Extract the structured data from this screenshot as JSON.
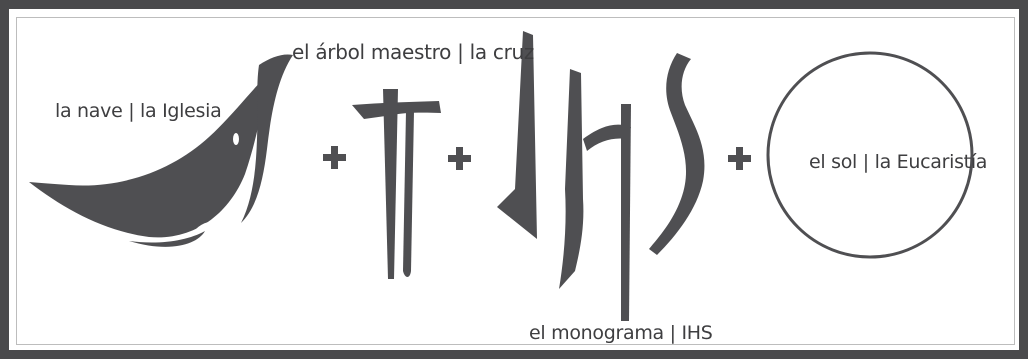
{
  "labels": {
    "nave": "la nave | la Iglesia",
    "arbol": "el árbol maestro | la cruz",
    "monograma": "el monograma | IHS",
    "sol": "el sol | la Eucaristía"
  },
  "operators": [
    "+",
    "+",
    "+"
  ],
  "colors": {
    "frame": "#4a4a4c",
    "shape": "#4f4f52",
    "text": "#3e3e40",
    "background": "#ffffff"
  }
}
